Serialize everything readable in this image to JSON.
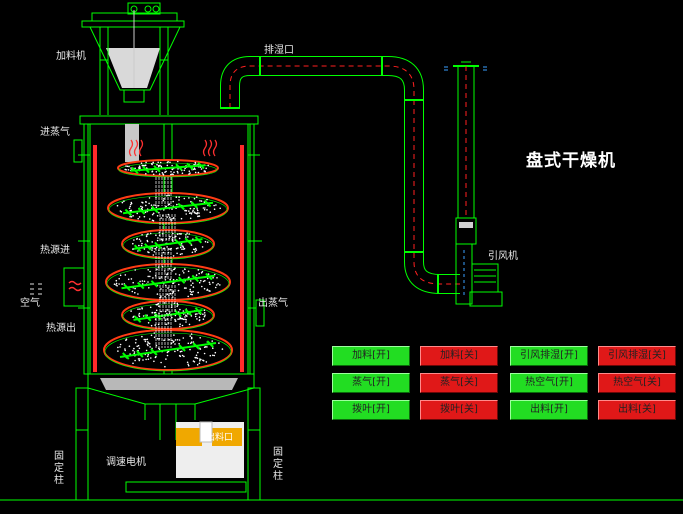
{
  "title": "盘式干燥机",
  "labels": {
    "feeder": "加料机",
    "exhaust_port": "排湿口",
    "steam_in": "进蒸气",
    "heat_source_in": "热源进",
    "air": "空气",
    "heat_source_out": "热源出",
    "steam_out": "出蒸气",
    "induced_fan": "引风机",
    "speed_motor": "调速电机",
    "fixed_column_left": "固定柱",
    "fixed_column_right": "固定柱",
    "discharge_port": "出料口"
  },
  "buttons": [
    {
      "label": "加料[开]",
      "state": "on"
    },
    {
      "label": "加料[关]",
      "state": "off"
    },
    {
      "label": "引风排湿[开]",
      "state": "on"
    },
    {
      "label": "引风排湿[关]",
      "state": "off"
    },
    {
      "label": "蒸气[开]",
      "state": "on"
    },
    {
      "label": "蒸气[关]",
      "state": "off"
    },
    {
      "label": "热空气[开]",
      "state": "on"
    },
    {
      "label": "热空气[关]",
      "state": "off"
    },
    {
      "label": "拨叶[开]",
      "state": "on"
    },
    {
      "label": "拨叶[关]",
      "state": "off"
    },
    {
      "label": "出料[开]",
      "state": "on"
    },
    {
      "label": "出料[关]",
      "state": "off"
    }
  ],
  "colors": {
    "structure": "#00ff00",
    "tray": "#ff3c14",
    "duct_dash": "#ff2020",
    "wall": "#ff2a2a",
    "steam": "#ff3030",
    "button_on": "#22dd22",
    "button_off": "#e01818",
    "motor": "#f0a800"
  },
  "icons": {
    "heating_coil": "heating-coil-icon",
    "air_inlet": "air-vent-icon",
    "steam": "steam-wave-icon"
  }
}
